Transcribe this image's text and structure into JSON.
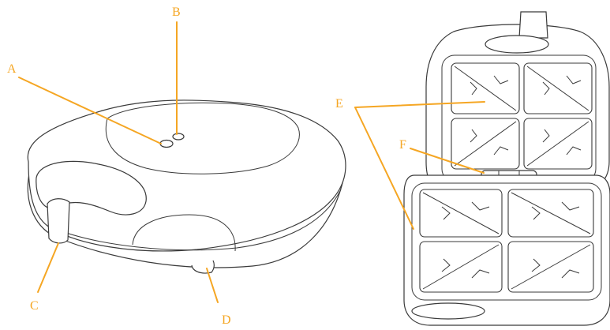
{
  "colors": {
    "label": "#f5a623",
    "line": "#3a3a3a"
  },
  "labels": {
    "a": "A",
    "b": "B",
    "c": "C",
    "d": "D",
    "e": "E",
    "f": "F"
  }
}
